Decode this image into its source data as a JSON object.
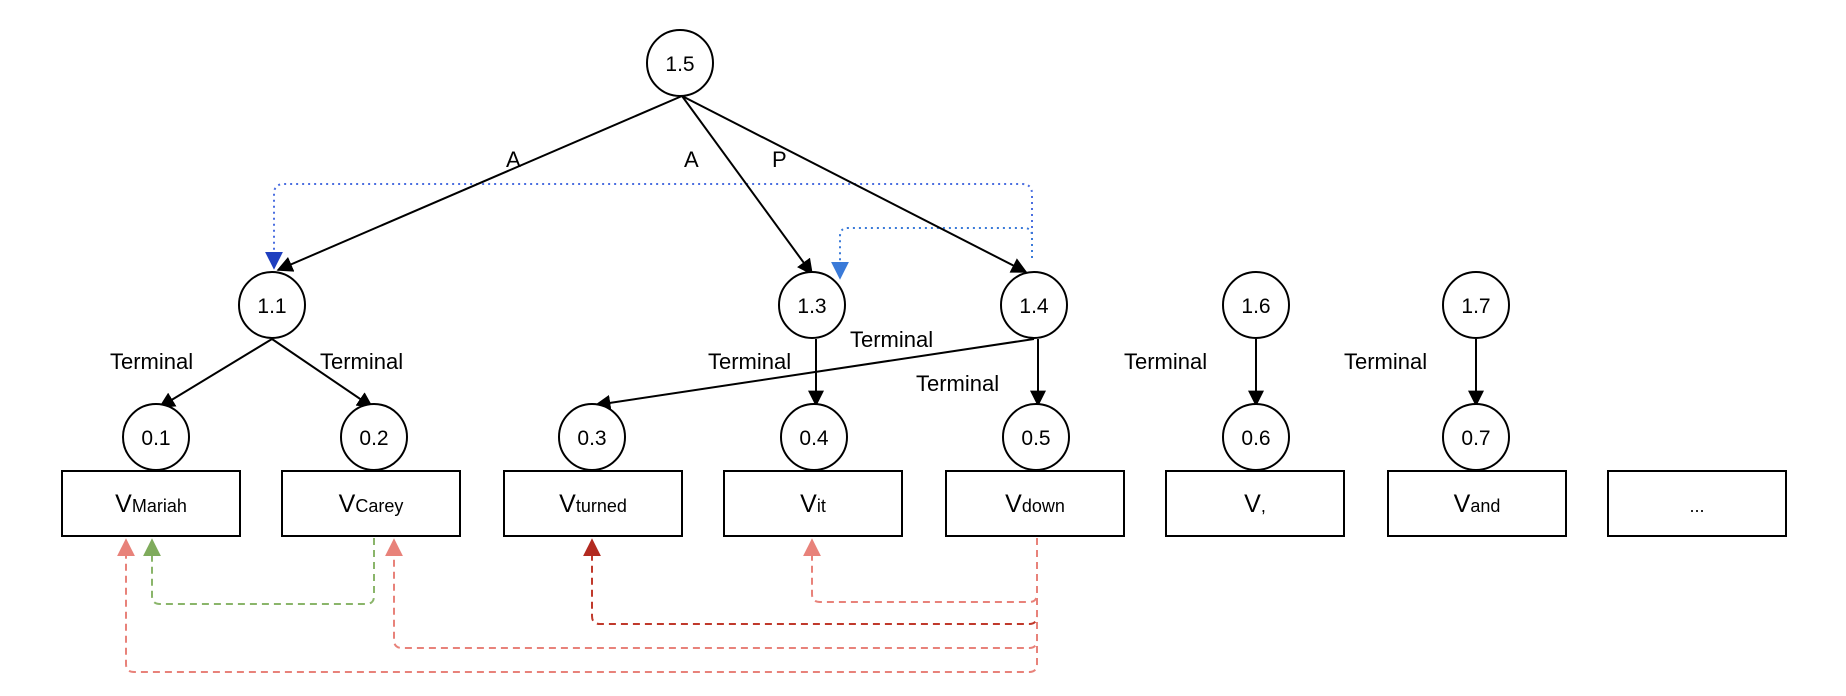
{
  "root": {
    "label": "1.5"
  },
  "top_edge_labels": [
    "A",
    "A",
    "P"
  ],
  "level1": [
    {
      "id": "n11",
      "label": "1.1"
    },
    {
      "id": "n13",
      "label": "1.3"
    },
    {
      "id": "n14",
      "label": "1.4"
    },
    {
      "id": "n16",
      "label": "1.6"
    },
    {
      "id": "n17",
      "label": "1.7"
    }
  ],
  "terminal_label": "Terminal",
  "level0": [
    {
      "id": "n01",
      "label": "0.1"
    },
    {
      "id": "n02",
      "label": "0.2"
    },
    {
      "id": "n03",
      "label": "0.3"
    },
    {
      "id": "n04",
      "label": "0.4"
    },
    {
      "id": "n05",
      "label": "0.5"
    },
    {
      "id": "n06",
      "label": "0.6"
    },
    {
      "id": "n07",
      "label": "0.7"
    }
  ],
  "words": [
    {
      "main": "V",
      "sub": "Mariah"
    },
    {
      "main": "V",
      "sub": "Carey"
    },
    {
      "main": "V",
      "sub": "turned"
    },
    {
      "main": "V",
      "sub": "it"
    },
    {
      "main": "V",
      "sub": "down"
    },
    {
      "main": "V",
      "sub": ","
    },
    {
      "main": "V",
      "sub": "and"
    },
    {
      "main": "...",
      "sub": ""
    }
  ],
  "colors": {
    "blue_dotted": "#4a6ee0",
    "blue_arrow_dark": "#1f3fbf",
    "blue_arrow_light": "#3a7ad8",
    "red_dashed": "#e8827a",
    "dark_red_dashed": "#c0392b",
    "green_dashed": "#8ab56a"
  }
}
